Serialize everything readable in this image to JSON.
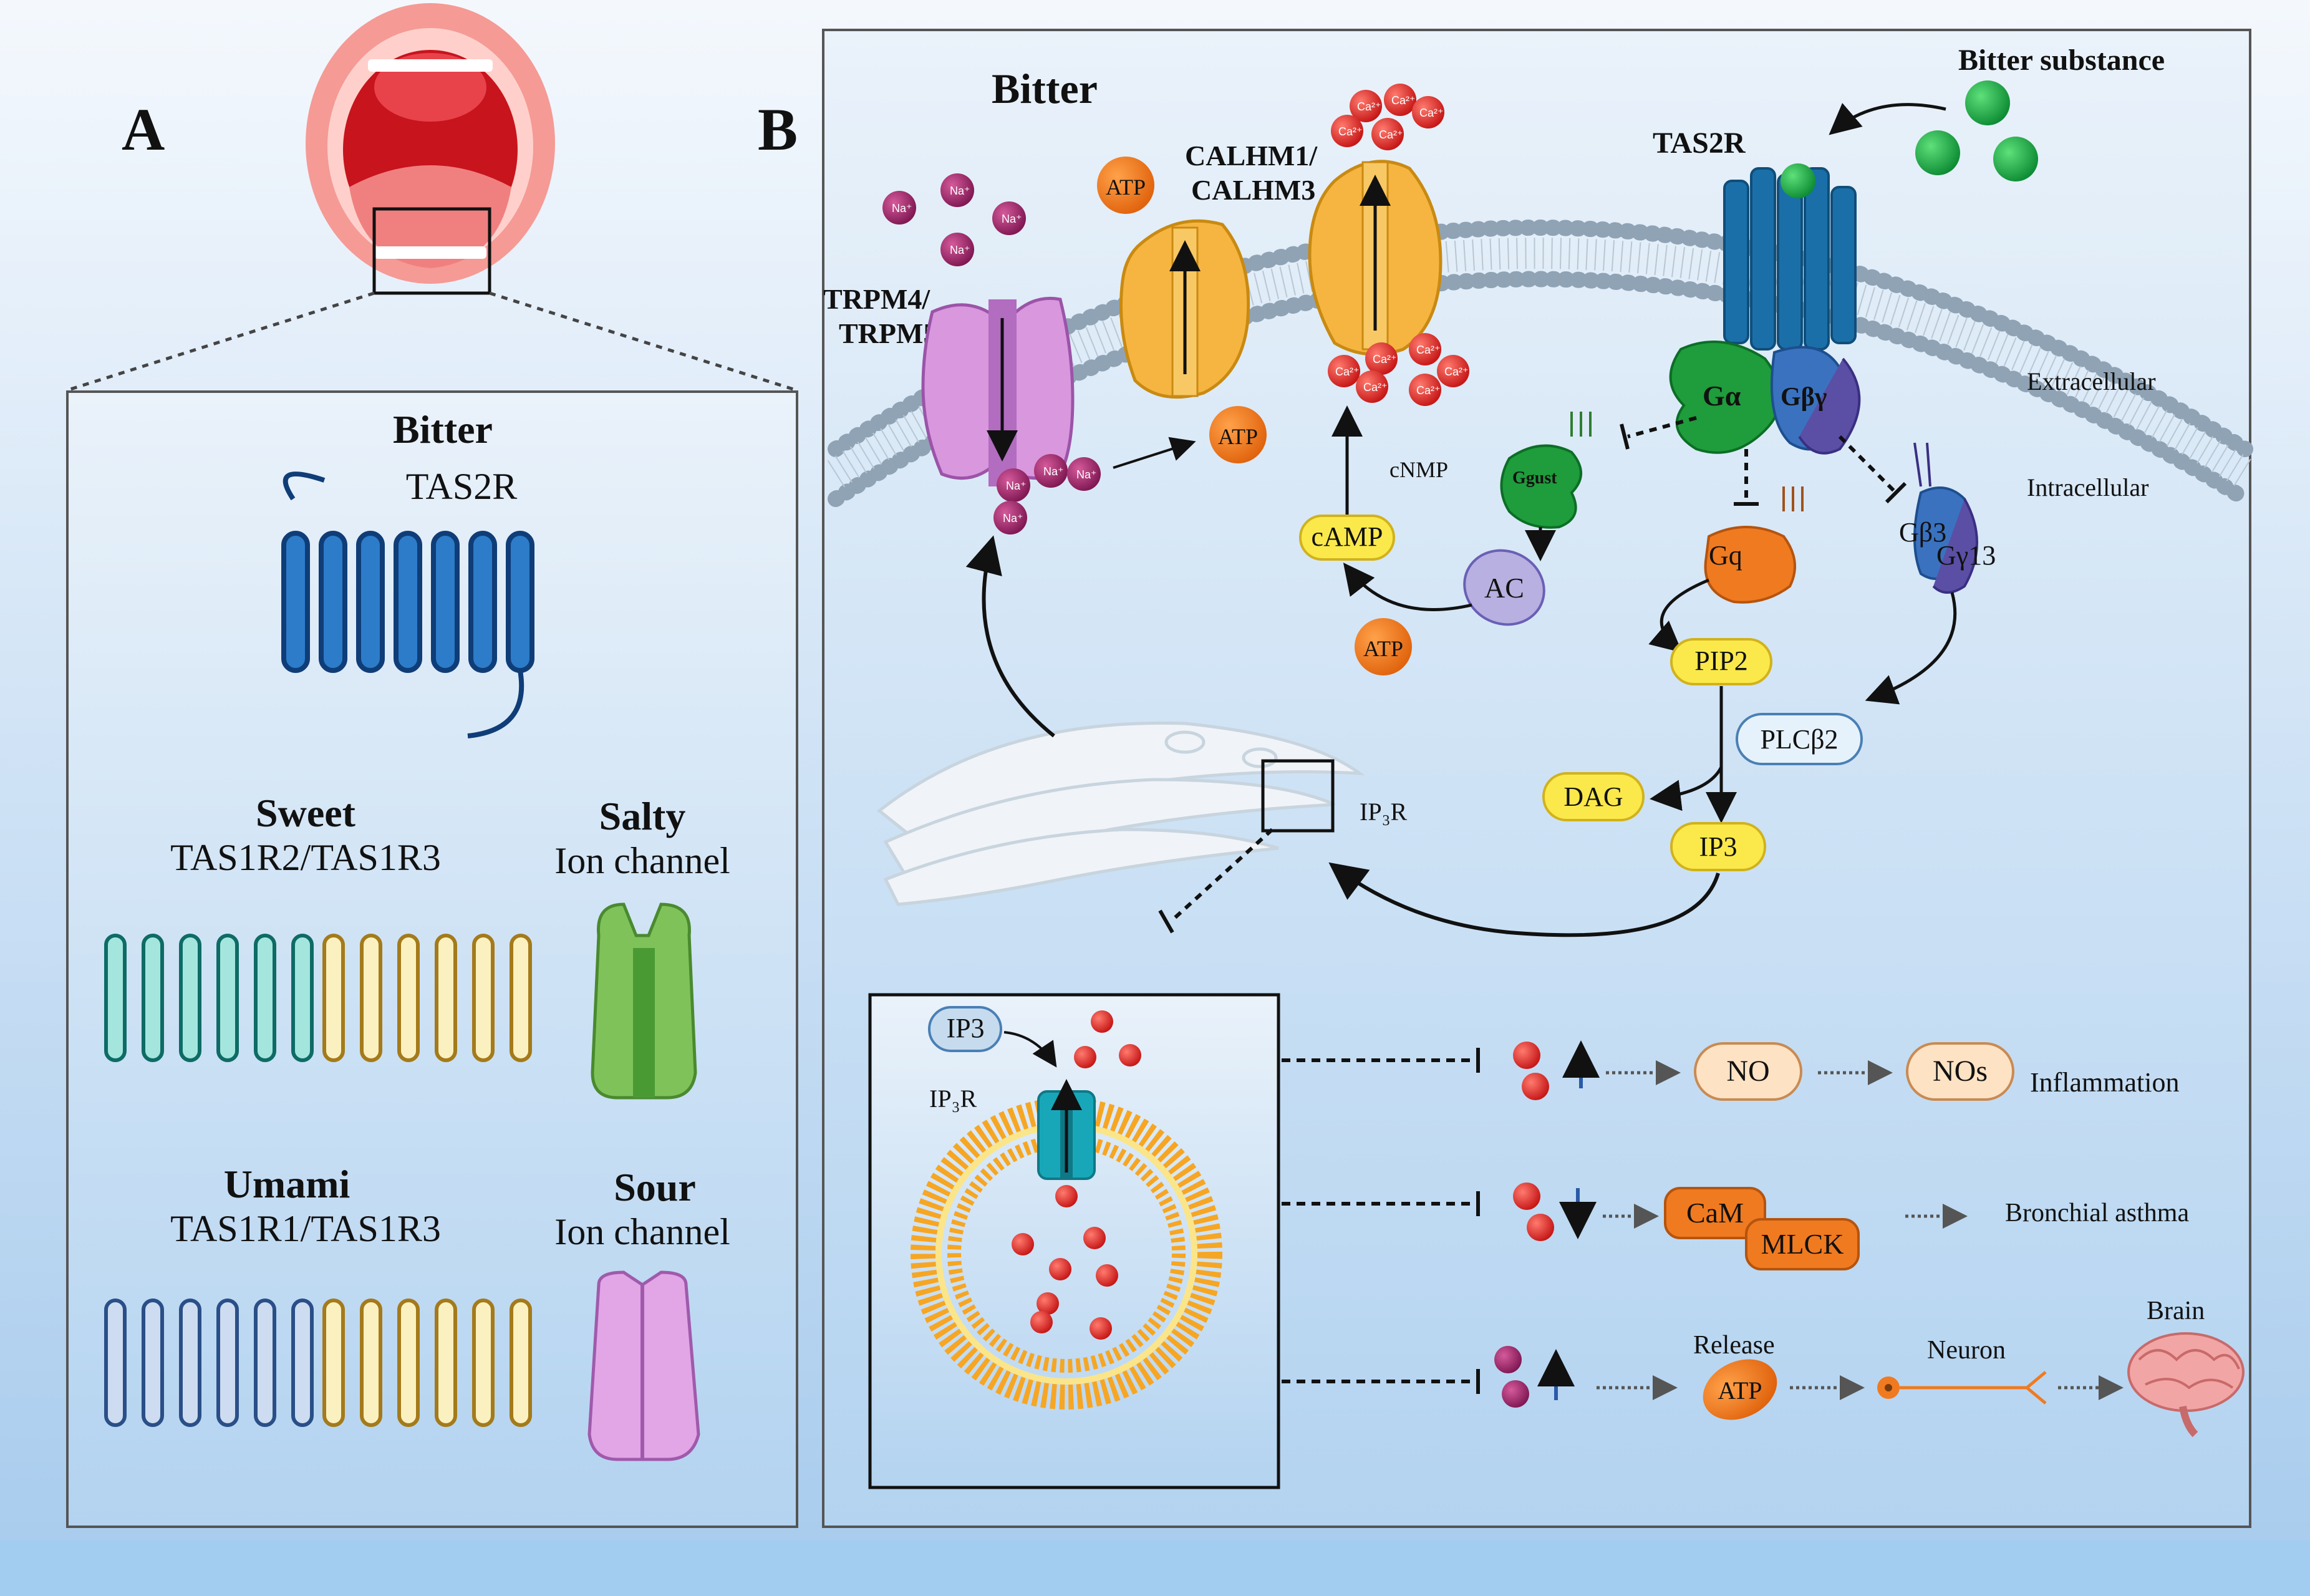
{
  "panel_a": {
    "letter": "A",
    "bitter": {
      "title": "Bitter",
      "receptor": "TAS2R"
    },
    "sweet": {
      "title": "Sweet",
      "receptor": "TAS1R2/TAS1R3"
    },
    "salty": {
      "title": "Salty",
      "receptor": "Ion channel"
    },
    "umami": {
      "title": "Umami",
      "receptor": "TAS1R1/TAS1R3"
    },
    "sour": {
      "title": "Sour",
      "receptor": "Ion channel"
    }
  },
  "panel_b": {
    "letter": "B",
    "title": "Bitter",
    "bitter_substance": "Bitter substance",
    "tas2r": "TAS2R",
    "calhm": [
      "CALHM1/",
      "CALHM3"
    ],
    "trpm": [
      "TRPM4/",
      "TRPM5"
    ],
    "extracellular": "Extracellular",
    "intracellular": "Intracellular",
    "g_alpha": "Gα",
    "g_betagamma": "Gβγ",
    "ggust": "Ggust",
    "gq": "Gq",
    "gb3": "Gβ3",
    "gg13": "Gγ13",
    "cnmp": "cNMP",
    "camp": "cAMP",
    "ac": "AC",
    "atp": "ATP",
    "pip2": "PIP2",
    "plcb2": "PLCβ2",
    "dag": "DAG",
    "ip3": "IP3",
    "ip3r": "IP₃R",
    "na": "Na⁺",
    "ca": "Ca²⁺"
  },
  "inset": {
    "ip3": "IP3",
    "ip3r": "IP₃R"
  },
  "pathways": {
    "row1": {
      "no": "NO",
      "nos": "NOs",
      "outcome": "Inflammation"
    },
    "row2": {
      "cam": "CaM",
      "mlck": "MLCK",
      "outcome": "Bronchial asthma"
    },
    "row3": {
      "release": "Release",
      "atp": "ATP",
      "neuron": "Neuron",
      "brain": "Brain"
    }
  },
  "colors": {
    "bg_top": "#eef4fb",
    "bg_bottom": "#a9cdee",
    "membrane": "#8fa3b5",
    "tas2r": "#1f78b4",
    "g_alpha": "#1e9a3a",
    "gbg": "#3a72c0",
    "gq": "#f07a20",
    "ip_yellow": "#fbe94b",
    "ca_red": "#e02828",
    "na_purple": "#a0296b",
    "atp_orange": "#f07a20",
    "trpm": "#c77dd6",
    "calhm": "#f6b540",
    "inset_vesicle": "#f6a623",
    "channel_teal": "#18a7b8"
  },
  "icons": [
    "mouth-icon",
    "brain-icon",
    "neuron-icon",
    "endoplasmic-reticulum-icon",
    "vesicle-icon"
  ]
}
